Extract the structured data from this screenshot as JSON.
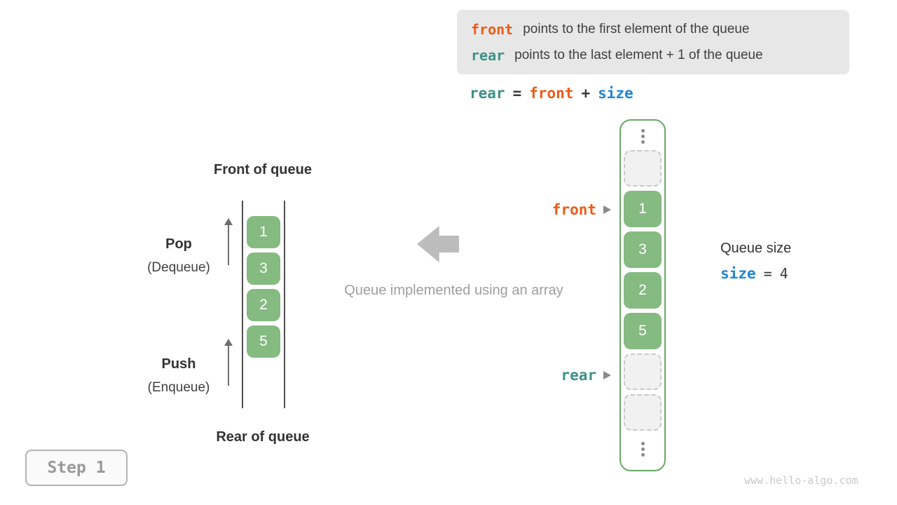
{
  "info_box": {
    "lines": [
      {
        "keyword": "front",
        "text": "points to the first element of the queue"
      },
      {
        "keyword": "rear",
        "text": "points to the last element + 1 of the queue"
      }
    ]
  },
  "formula": {
    "lhs": "rear",
    "eq": "=",
    "op1": "front",
    "plus": "+",
    "op2": "size"
  },
  "left_diagram": {
    "title": "Front of queue",
    "bottom_label": "Rear of queue",
    "pop_label": "Pop",
    "pop_sub": "(Dequeue)",
    "push_label": "Push",
    "push_sub": "(Enqueue)",
    "cells": [
      "1",
      "3",
      "2",
      "5"
    ]
  },
  "center": {
    "caption": "Queue implemented using an array"
  },
  "right_array": {
    "front_label": "front",
    "rear_label": "rear",
    "cells": [
      "1",
      "3",
      "2",
      "5"
    ]
  },
  "queue_size": {
    "title": "Queue size",
    "var": "size",
    "eq": "=",
    "value": "4"
  },
  "step_badge": "Step 1",
  "watermark": "www.hello-algo.com",
  "icons": {
    "up_arrow": "↑",
    "left_block_arrow": "⬅",
    "pointer": "➤",
    "ellipsis": "⋮"
  },
  "colors": {
    "front_orange": "#ee5b17",
    "rear_teal": "#3d9187",
    "size_blue": "#2085d9",
    "cell_green": "#85ba81",
    "array_border_green": "#69a766",
    "legend_bg": "#e7e7e7",
    "muted_gray": "#9e9e9e",
    "dark_text": "#3a3a3a"
  }
}
